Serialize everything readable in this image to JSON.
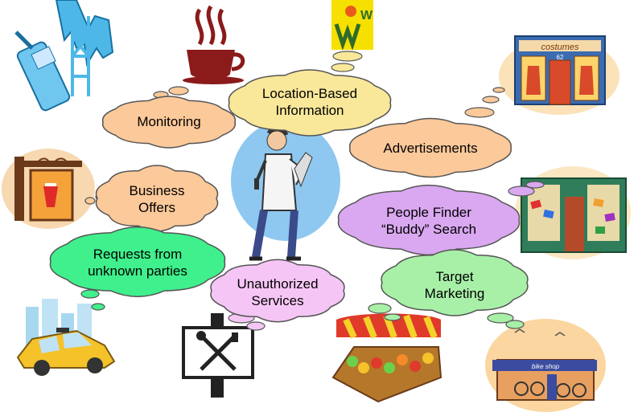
{
  "clouds": [
    {
      "id": "location-based-information",
      "lines": [
        "Location-Based",
        "Information"
      ],
      "fill": "#f9e79a"
    },
    {
      "id": "monitoring",
      "lines": [
        "Monitoring"
      ],
      "fill": "#fbc99a"
    },
    {
      "id": "advertisements",
      "lines": [
        "Advertisements"
      ],
      "fill": "#fbc99a"
    },
    {
      "id": "business-offers",
      "lines": [
        "Business",
        "Offers"
      ],
      "fill": "#fbc99a"
    },
    {
      "id": "people-finder",
      "lines": [
        "People Finder",
        "“Buddy” Search"
      ],
      "fill": "#d9a8f0"
    },
    {
      "id": "requests-unknown",
      "lines": [
        "Requests from",
        "unknown parties"
      ],
      "fill": "#3ff08c"
    },
    {
      "id": "unauthorized-services",
      "lines": [
        "Unauthorized",
        "Services"
      ],
      "fill": "#f5c6f5"
    },
    {
      "id": "target-marketing",
      "lines": [
        "Target",
        "Marketing"
      ],
      "fill": "#a8f0a8"
    }
  ],
  "shop_signs": {
    "costumes": "costumes",
    "number": "62",
    "bike": "bike shop"
  }
}
